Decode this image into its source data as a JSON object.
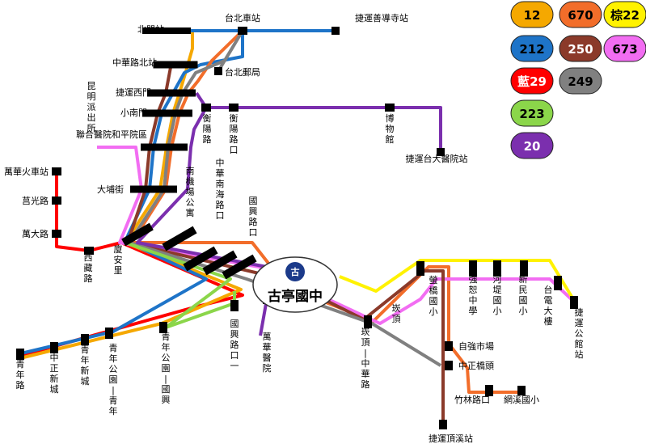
{
  "center": {
    "name": "古亭國中"
  },
  "legend": [
    {
      "route": "12",
      "color": "#f5a800",
      "text_color": "#000000"
    },
    {
      "route": "670",
      "color": "#f26d2a",
      "text_color": "#000000"
    },
    {
      "route": "棕22",
      "color": "#fff200",
      "text_color": "#000000"
    },
    {
      "route": "212",
      "color": "#1e74c8",
      "text_color": "#000000"
    },
    {
      "route": "250",
      "color": "#8b3a2a",
      "text_color": "#ffffff"
    },
    {
      "route": "673",
      "color": "#f26df2",
      "text_color": "#000000"
    },
    {
      "route": "藍29",
      "color": "#ff0000",
      "text_color": "#ffffff"
    },
    {
      "route": "249",
      "color": "#808080",
      "text_color": "#000000"
    },
    {
      "route": "223",
      "color": "#8bd64a",
      "text_color": "#000000"
    },
    {
      "route": "20",
      "color": "#7b2fae",
      "text_color": "#ffffff"
    }
  ],
  "stops": [
    "北門站",
    "台北車站",
    "捷運善導寺站",
    "中華路北站",
    "台北郵局",
    "捷運西門",
    "小南門",
    "衡陽路",
    "衡陽路口",
    "博物館",
    "捷運台大醫院站",
    "昆明派出所",
    "聯合醫院和平院區",
    "萬華火車站",
    "莒光路",
    "萬大路",
    "大埔街",
    "南機場公寓",
    "中華南海路口",
    "國興路口",
    "西藏路",
    "廈安里",
    "青年路",
    "中正新城",
    "青年新城",
    "青年公園－青年",
    "青年公園－國興",
    "國興路口一",
    "萬華醫院",
    "崁頂",
    "崁頂－中華路",
    "螢橋國小",
    "強恕中學",
    "河堤國小",
    "新民國小",
    "台電大樓",
    "捷運公館站",
    "自強市場",
    "中正橋頭",
    "竹林路口",
    "網溪國小",
    "捷運頂溪站"
  ]
}
